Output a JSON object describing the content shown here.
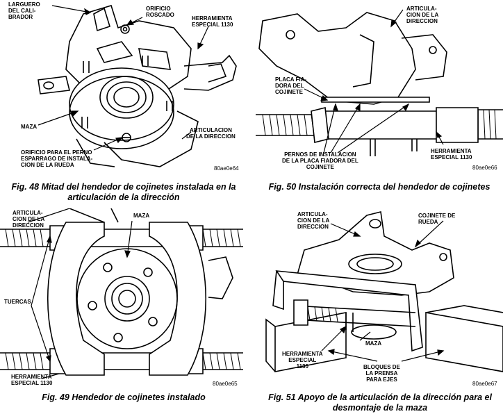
{
  "fig48": {
    "labels": {
      "larguero": "LARGUERO\nDEL CALI-\nBRADOR",
      "orificio_roscado": "ORIFICIO\nROSCADO",
      "herramienta": "HERRAMIENTA\nESPECIAL 1130",
      "maza": "MAZA",
      "articulacion": "ARTICULACION\nDE LA DIRECCION",
      "orificio_perno": "ORIFICIO PARA EL PERNO\nESPARRAGO DE INSTALA-\nCION DE LA RUEDA"
    },
    "code": "80ae0e64",
    "caption": "Fig. 48 Mitad del hendedor de cojinetes instalada en la articulación de la dirección"
  },
  "fig50": {
    "labels": {
      "articulacion": "ARTICULA-\nCION DE LA\nDIRECCION",
      "placa": "PLACA FIA-\nDORA DEL\nCOJINETE",
      "pernos": "PERNOS DE INSTALACION\nDE LA PLACA FIADORA DEL\nCOJINETE",
      "herramienta": "HERRAMIENTA\nESPECIAL 1130"
    },
    "code": "80ae0e66",
    "caption": "Fig. 50 Instalación correcta del hendedor de cojinetes"
  },
  "fig49": {
    "labels": {
      "articulacion": "ARTICULA-\nCION DE LA\nDIRECCION",
      "maza": "MAZA",
      "tuercas": "TUERCAS",
      "herramienta": "HERRAMIENTA\nESPECIAL 1130"
    },
    "code": "80ae0e65",
    "caption": "Fig. 49 Hendedor de cojinetes instalado"
  },
  "fig51": {
    "labels": {
      "articulacion": "ARTICULA-\nCION DE LA\nDIRECCION",
      "cojinete": "COJINETE DE\nRUEDA",
      "herramienta": "HERRAMIENTA\nESPECIAL\n1130",
      "maza": "MAZA",
      "bloques": "BLOQUES DE\nLA PRENSA\nPARA EJES"
    },
    "code": "80ae0e67",
    "caption": "Fig. 51 Apoyo de la articulación de la dirección para el desmontaje de la maza"
  }
}
